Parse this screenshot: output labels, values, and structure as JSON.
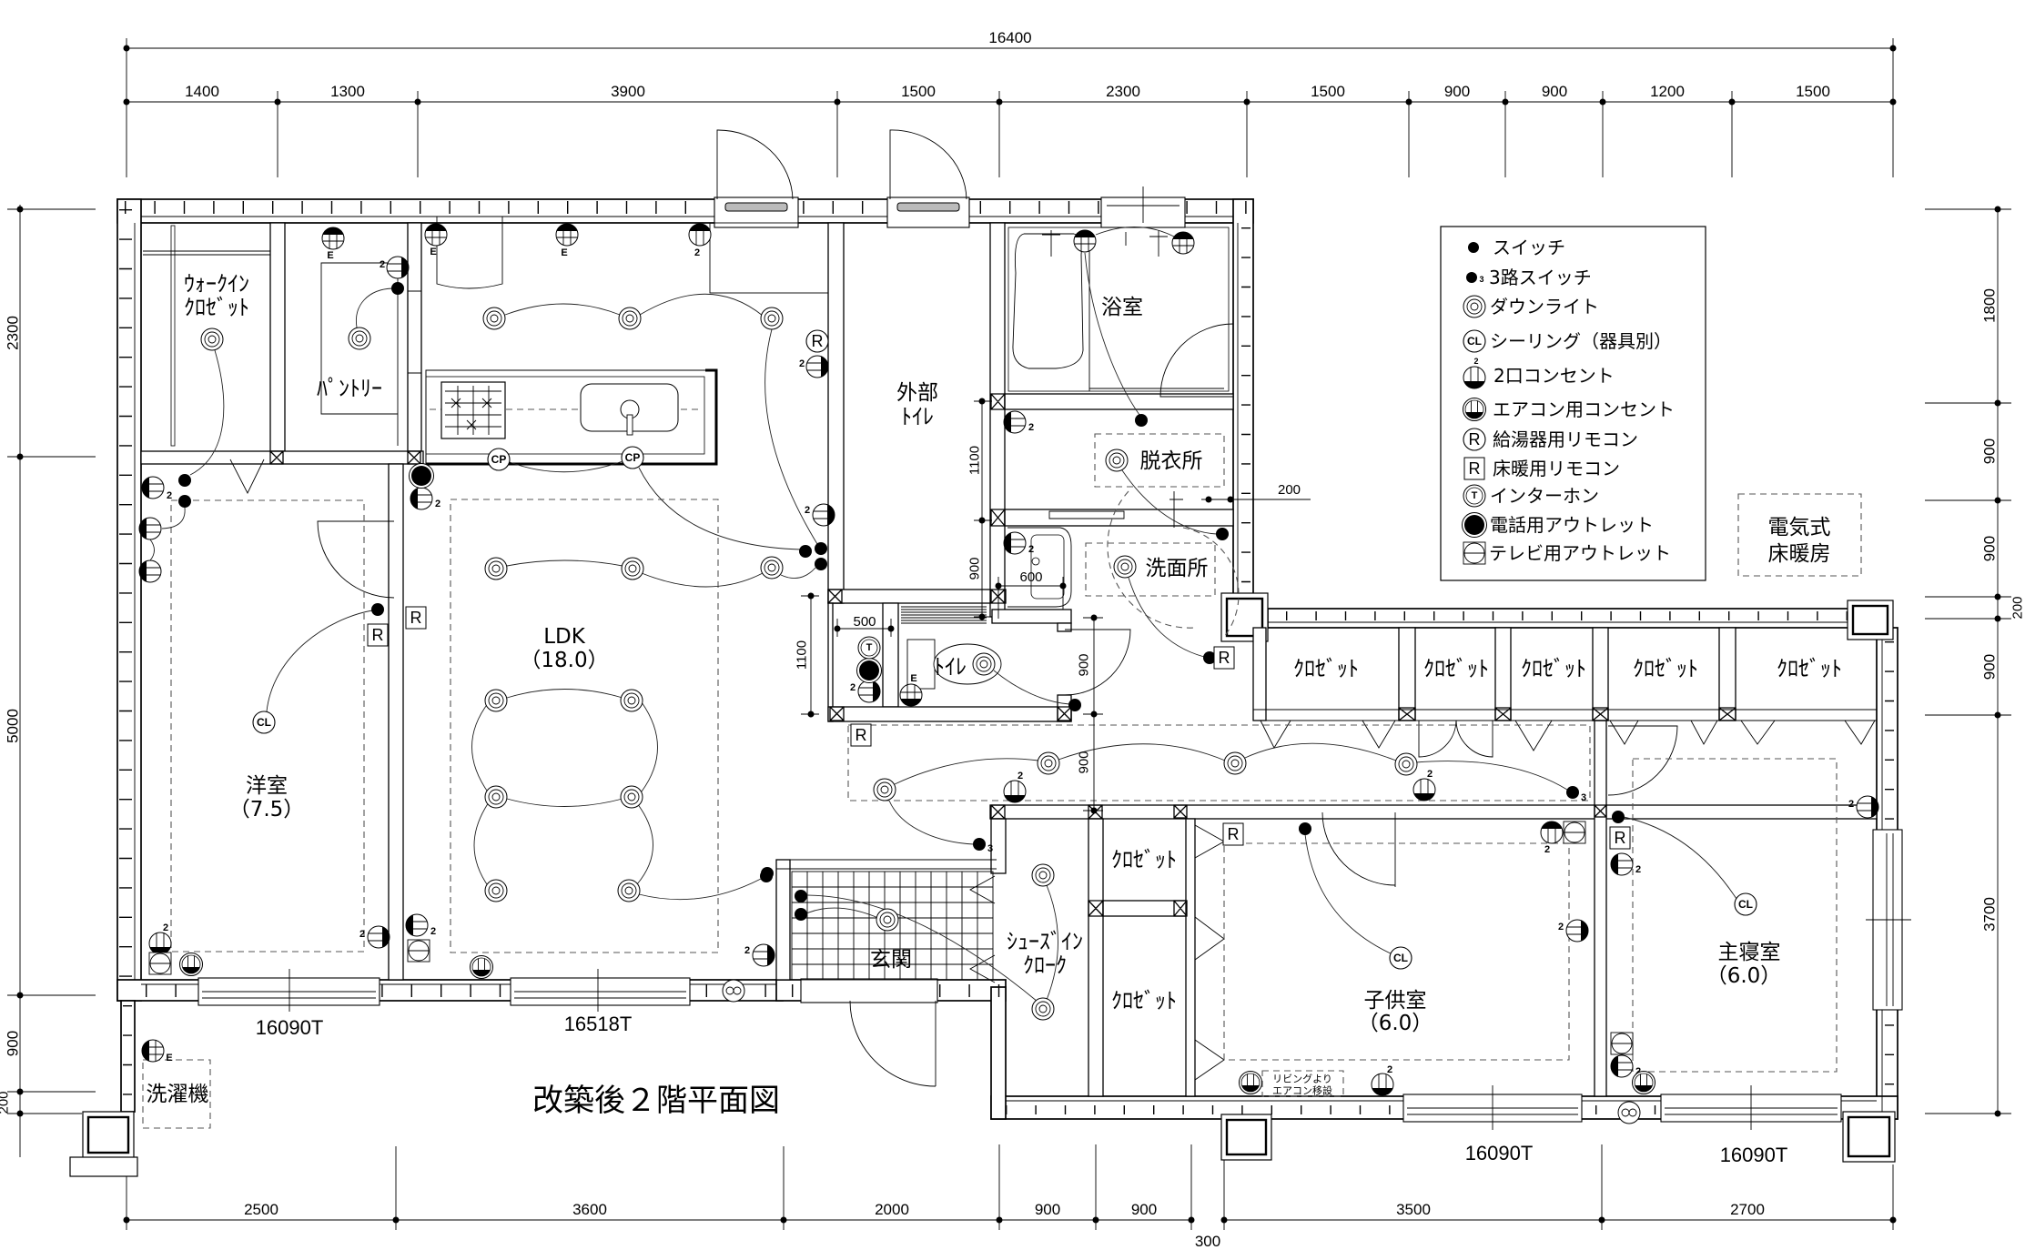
{
  "title": "改築後２階平面図",
  "colors": {
    "line": "#000000",
    "background": "#ffffff",
    "dashed": "#555555"
  },
  "dimensions": {
    "overall": "16400",
    "top": [
      "1400",
      "1300",
      "3900",
      "1500",
      "2300",
      "1500",
      "900",
      "900",
      "1200",
      "1500"
    ],
    "bottom": [
      "2500",
      "3600",
      "2000",
      "900",
      "900",
      "3500",
      "2700"
    ],
    "bottom_offset": "300",
    "left": [
      "2300",
      "5000",
      "900",
      "200"
    ],
    "right": [
      "1800",
      "900",
      "900",
      "200",
      "900",
      "3700"
    ],
    "interior": {
      "ldk_side": "1100",
      "toilet_width": "500",
      "outdoor_toilet_upper": "1100",
      "outdoor_toilet_lower": "900",
      "washroom_vanity": "600",
      "toilet_depth": "900",
      "hall_width": "900",
      "dressing_offset": "200"
    }
  },
  "rooms": {
    "walkin_closet": [
      "ｳｫｰｸｲﾝ",
      "ｸﾛｾﾞｯﾄ"
    ],
    "pantry": "ﾊﾟﾝﾄﾘｰ",
    "outdoor_toilet": [
      "外部",
      "ﾄｲﾚ"
    ],
    "bathroom": "浴室",
    "dressing_room": "脱衣所",
    "washroom": "洗面所",
    "ldk": {
      "name": "LDK",
      "area": "（18.0）"
    },
    "western_room": {
      "name": "洋室",
      "area": "（7.5）"
    },
    "toilet": "ﾄｲﾚ",
    "entrance": "玄関",
    "shoe_cloak": [
      "ｼｭｰｽﾞｲﾝ",
      "ｸﾛｰｸ"
    ],
    "closets": [
      "ｸﾛｾﾞｯﾄ",
      "ｸﾛｾﾞｯﾄ",
      "ｸﾛｾﾞｯﾄ",
      "ｸﾛｾﾞｯﾄ",
      "ｸﾛｾﾞｯﾄ",
      "ｸﾛｾﾞｯﾄ",
      "ｸﾛｾﾞｯﾄ"
    ],
    "kids_room": {
      "name": "子供室",
      "area": "（6.0）"
    },
    "master_bedroom": {
      "name": "主寝室",
      "area": "（6.0）"
    },
    "washing_machine": "洗濯機",
    "floor_heating": [
      "電気式",
      "床暖房"
    ]
  },
  "windows": [
    "16090T",
    "16518T",
    "16090T",
    "16090T"
  ],
  "notes": {
    "ac_relocation": [
      "リビングより",
      "エアコン移設"
    ]
  },
  "symbols": {
    "cp": "CP",
    "ceiling": "CL",
    "remote": "R",
    "intercom": "T",
    "earth": "E",
    "two_gang": "2",
    "three_way": "3"
  },
  "legend": {
    "items": [
      {
        "icon": "switch-icon",
        "label": "スイッチ"
      },
      {
        "icon": "three-way-switch-icon",
        "label": "3路スイッチ"
      },
      {
        "icon": "downlight-icon",
        "label": "ダウンライト"
      },
      {
        "icon": "ceiling-light-icon",
        "label": "シーリング（器具別）"
      },
      {
        "icon": "duplex-outlet-icon",
        "label": "2口コンセント"
      },
      {
        "icon": "ac-outlet-icon",
        "label": "エアコン用コンセント"
      },
      {
        "icon": "water-heater-remote-icon",
        "label": "給湯器用リモコン"
      },
      {
        "icon": "floor-heating-remote-icon",
        "label": "床暖用リモコン"
      },
      {
        "icon": "intercom-icon",
        "label": "インターホン"
      },
      {
        "icon": "phone-outlet-icon",
        "label": "電話用アウトレット"
      },
      {
        "icon": "tv-outlet-icon",
        "label": "テレビ用アウトレット"
      }
    ]
  }
}
